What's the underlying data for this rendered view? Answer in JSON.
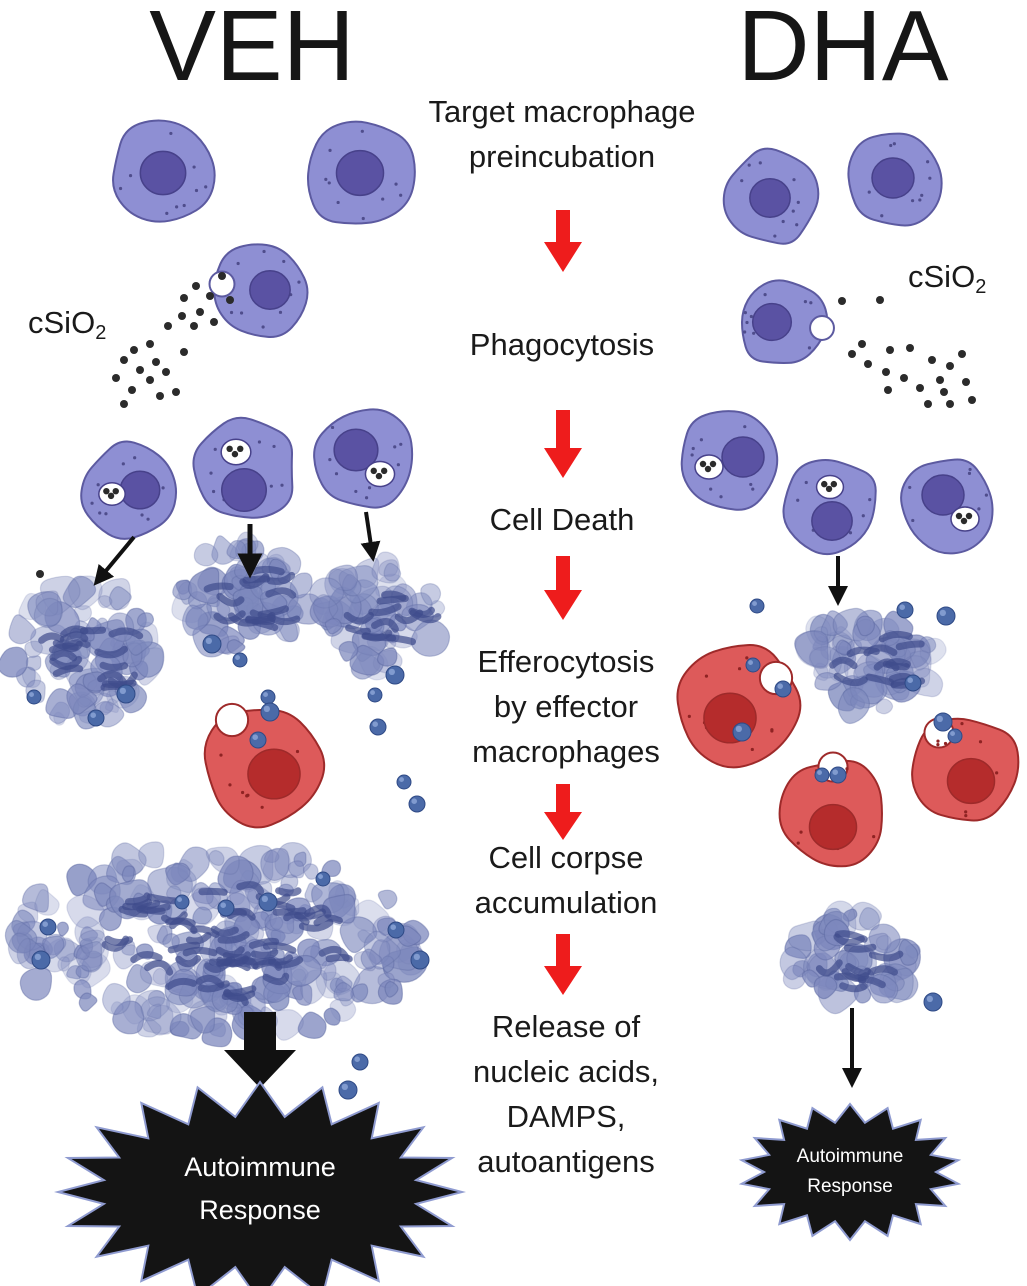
{
  "titles": {
    "left": "VEH",
    "right": "DHA"
  },
  "steps": [
    [
      "Target macrophage",
      "preincubation"
    ],
    [
      "Phagocytosis"
    ],
    [
      "Cell Death"
    ],
    [
      "Efferocytosis",
      "by effector",
      "macrophages"
    ],
    [
      "Cell corpse",
      "accumulation"
    ],
    [
      "Release of",
      "nucleic acids,",
      "DAMPS,",
      "autoantigens"
    ]
  ],
  "particle_label": {
    "base": "cSiO",
    "subscript": "2"
  },
  "outcomes": {
    "left": [
      "Autoimmune",
      "Response"
    ],
    "right": [
      "Autoimmune",
      "Response"
    ]
  },
  "colors": {
    "target_macrophage": "#8e8fd3",
    "target_nucleus": "#5a52a3",
    "effector_macrophage": "#dd5a5a",
    "effector_nucleus": "#b52c2c",
    "cell_corpse": "#7d88bd",
    "nucleic_bead": "#4b6aa8",
    "silica": "#2b2b2b",
    "step_arrow": "#ee1c1c",
    "flow_arrow": "#111111",
    "burst": "#141414"
  }
}
